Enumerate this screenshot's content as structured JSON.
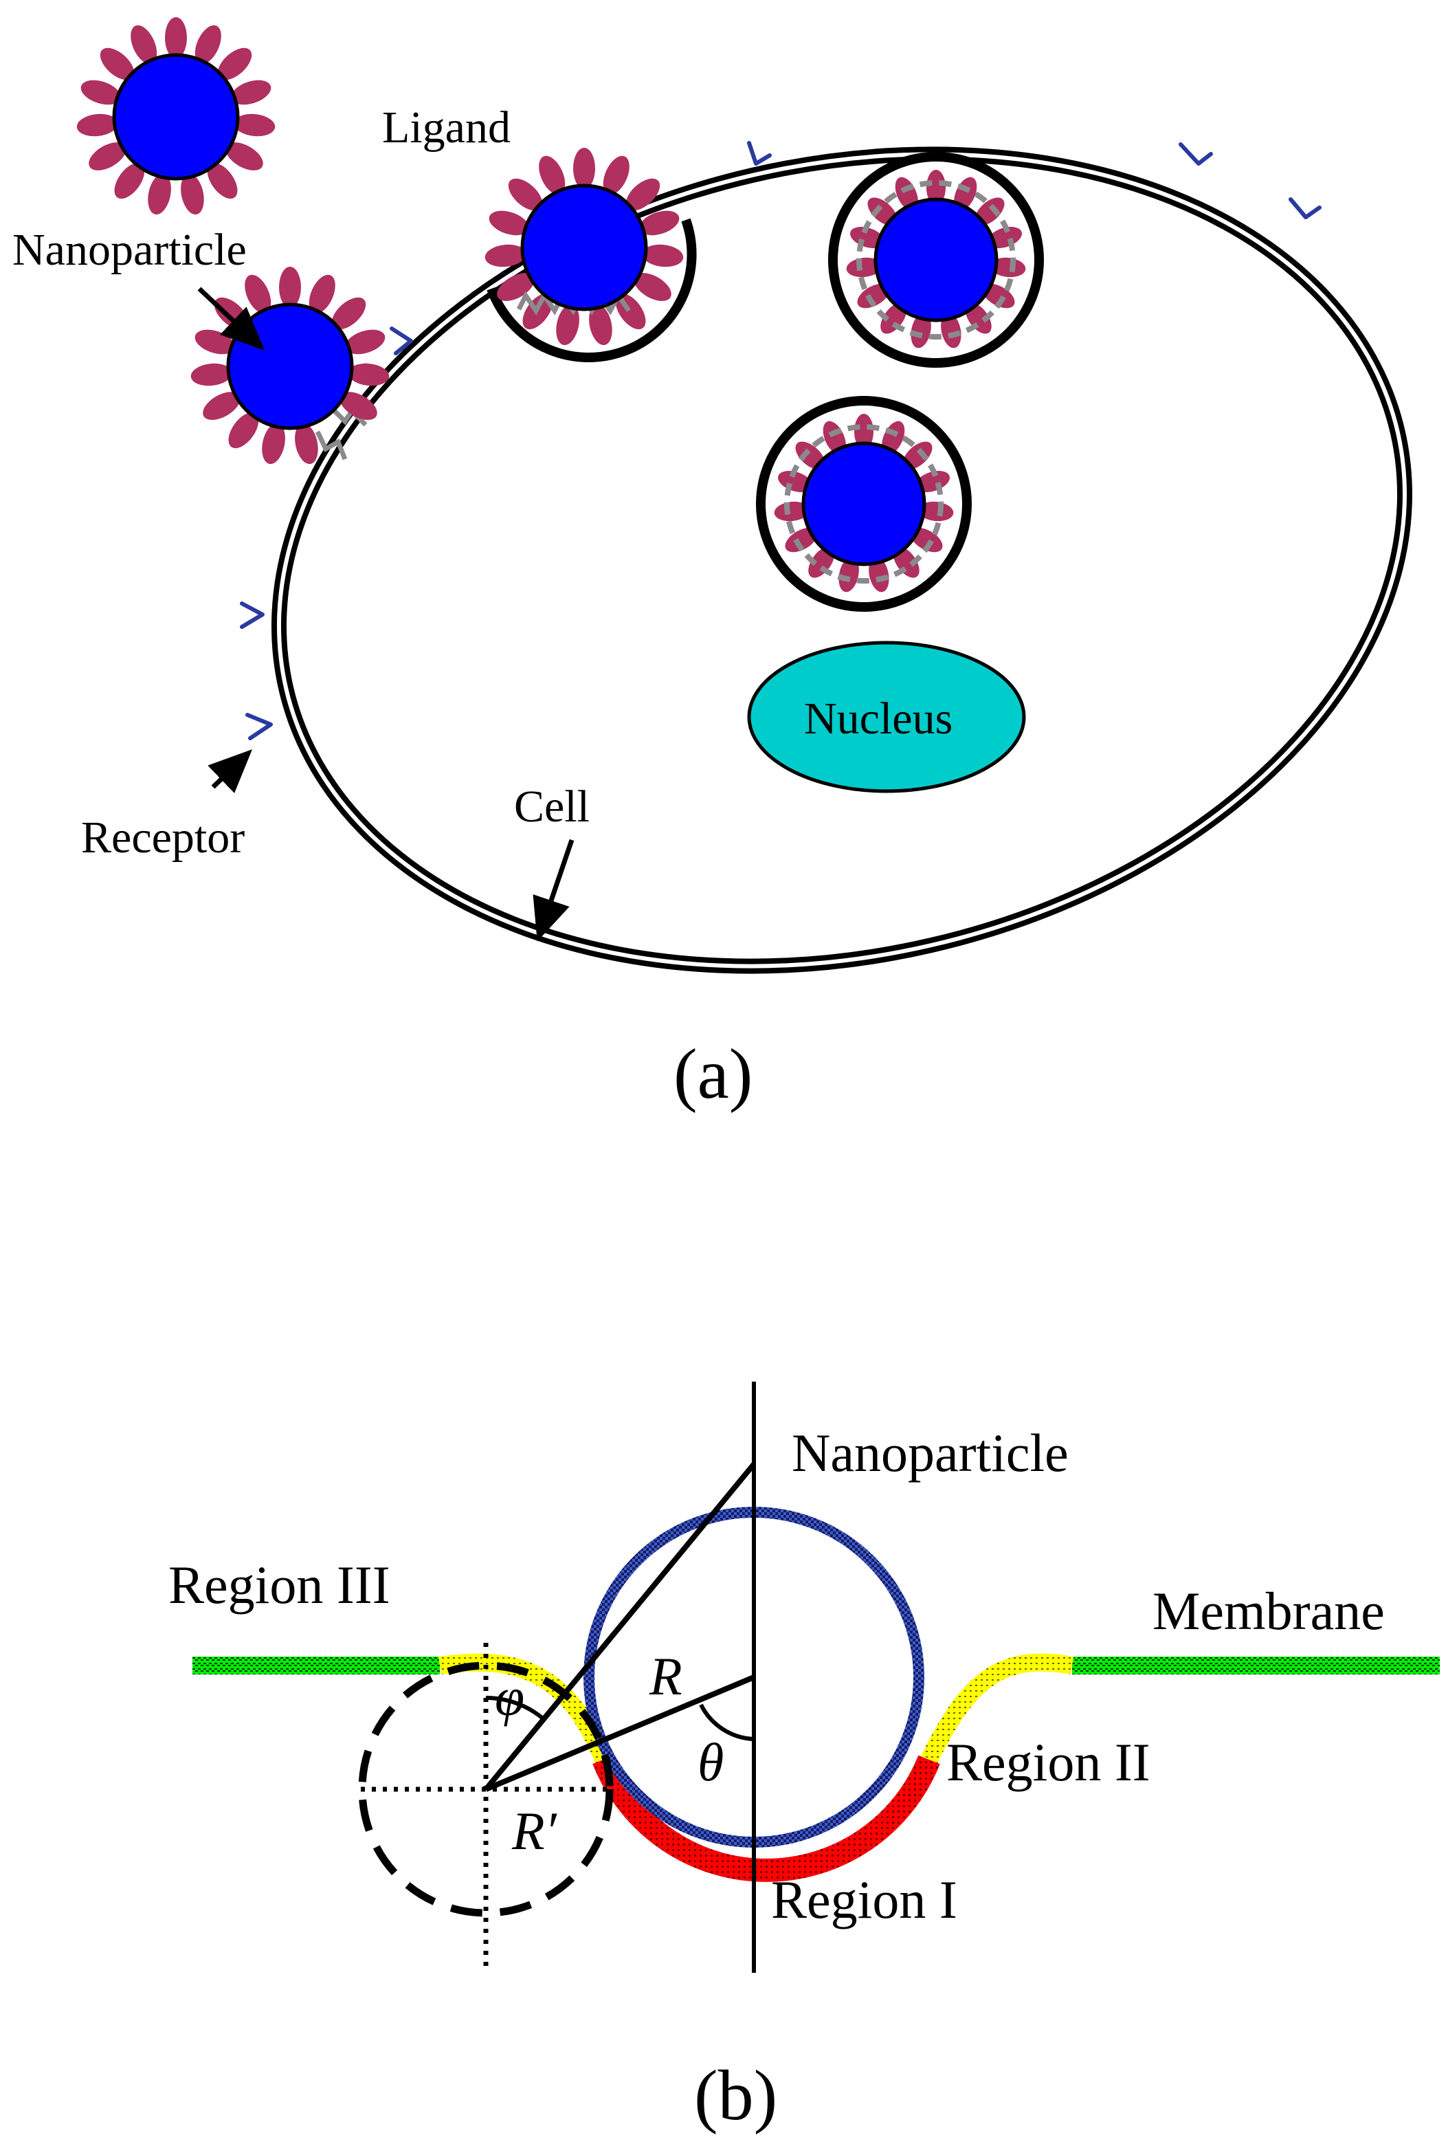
{
  "panel_a": {
    "caption": "(a)",
    "labels": {
      "ligand": "Ligand",
      "nanoparticle": "Nanoparticle",
      "receptor": "Receptor",
      "cell": "Cell",
      "nucleus": "Nucleus"
    },
    "colors": {
      "particle": "#0000ff",
      "ligand": "#b03060",
      "receptor": "#2b3a9f",
      "nucleus": "#00cccc",
      "bond": "#8a8a8a"
    }
  },
  "panel_b": {
    "caption": "(b)",
    "labels": {
      "nanoparticle": "Nanoparticle",
      "membrane": "Membrane",
      "region_1": "Region I",
      "region_2": "Region II",
      "region_3": "Region III",
      "R": "R",
      "R_prime": "R′",
      "theta": "θ",
      "phi": "φ"
    },
    "colors": {
      "membrane": "#00ee00",
      "region_1": "#ff0000",
      "region_2": "#ffff00",
      "particle_outline": "#3a5fcd"
    }
  }
}
